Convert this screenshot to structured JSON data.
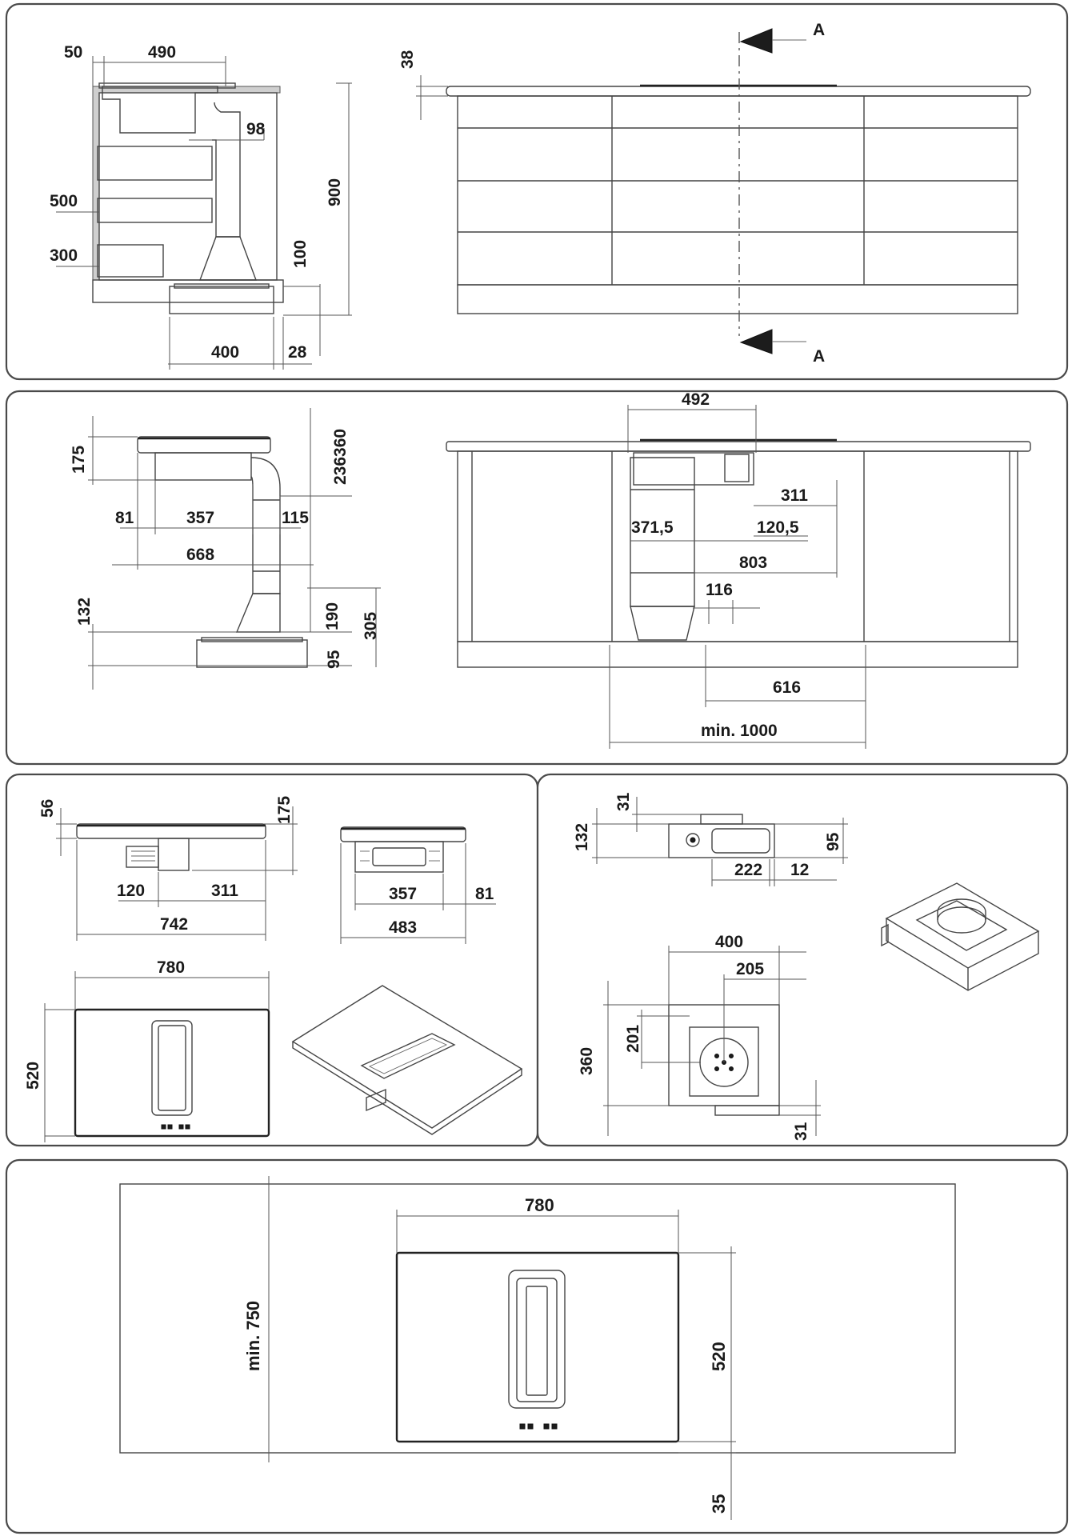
{
  "section1": {
    "dims": {
      "d50": "50",
      "d490": "490",
      "d38": "38",
      "d98": "98",
      "d900": "900",
      "d500": "500",
      "d300": "300",
      "d100": "100",
      "d400": "400",
      "d28": "28"
    },
    "section_marker": "A"
  },
  "section2": {
    "dims": {
      "d175": "175",
      "d236360": "236360",
      "d81": "81",
      "d357": "357",
      "d115": "115",
      "d668": "668",
      "d132": "132",
      "d190": "190",
      "d305": "305",
      "d95": "95",
      "d492": "492",
      "d311": "311",
      "d371_5": "371,5",
      "d120_5": "120,5",
      "d803": "803",
      "d116": "116",
      "d616": "616",
      "dmin1000": "min. 1000"
    }
  },
  "section3": {
    "dims": {
      "d56": "56",
      "d175": "175",
      "d120": "120",
      "d311": "311",
      "d742": "742",
      "d357": "357",
      "d81": "81",
      "d483": "483",
      "d780": "780",
      "d520": "520"
    }
  },
  "section4": {
    "dims": {
      "d31a": "31",
      "d132": "132",
      "d95": "95",
      "d222": "222",
      "d12": "12",
      "d400": "400",
      "d205": "205",
      "d360": "360",
      "d201": "201",
      "d31b": "31"
    }
  },
  "section5": {
    "dims": {
      "d780": "780",
      "dmin750": "min. 750",
      "d520": "520",
      "d35": "35"
    }
  }
}
